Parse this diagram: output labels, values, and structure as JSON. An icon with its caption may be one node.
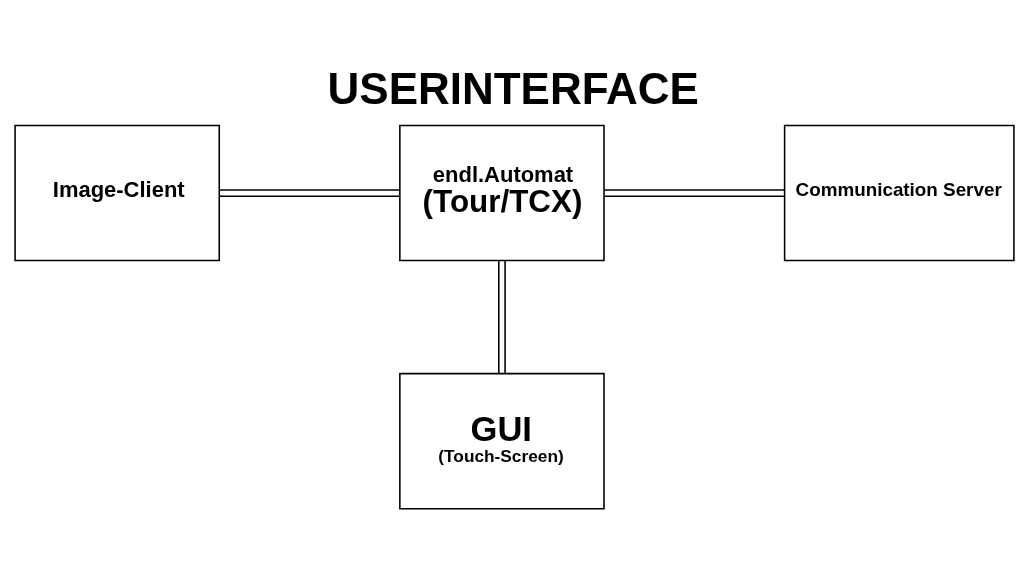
{
  "diagram": {
    "title": "USERINTERFACE",
    "nodes": [
      {
        "text": [
          "Image-Client"
        ]
      },
      {
        "text": [
          "endl.Automat",
          "(Tour/TCX)"
        ]
      },
      {
        "text": [
          "Communication Server"
        ]
      },
      {
        "text": [
          "GUI",
          "(Touch-Screen)"
        ]
      }
    ],
    "edges": [
      {
        "from": 0,
        "to": 1,
        "arrow": "none"
      },
      {
        "from": 1,
        "to": 2,
        "arrow": "none"
      },
      {
        "from": 1,
        "to": 3,
        "arrow": "none"
      }
    ]
  }
}
